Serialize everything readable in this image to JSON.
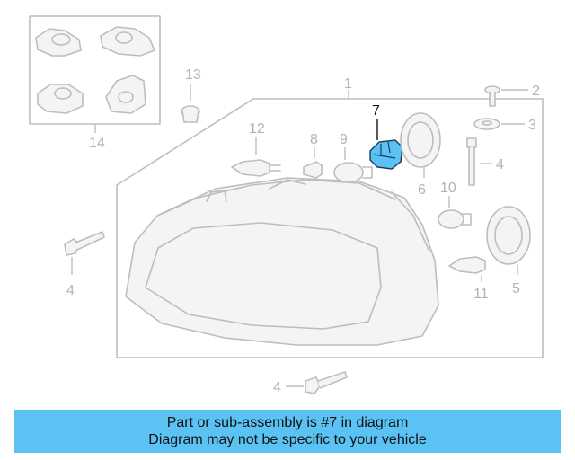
{
  "banner": {
    "line1": "Part or sub-assembly is #7 in diagram",
    "line2": "Diagram may not be specific to your vehicle"
  },
  "highlight_color": "#5bc2f4",
  "callouts": {
    "c1": "1",
    "c2": "2",
    "c3": "3",
    "c4a": "4",
    "c4b": "4",
    "c4c": "4",
    "c5": "5",
    "c6": "6",
    "c7": "7",
    "c8": "8",
    "c9": "9",
    "c10": "10",
    "c11": "11",
    "c12": "12",
    "c13": "13",
    "c14": "14"
  },
  "highlighted_part": "7"
}
